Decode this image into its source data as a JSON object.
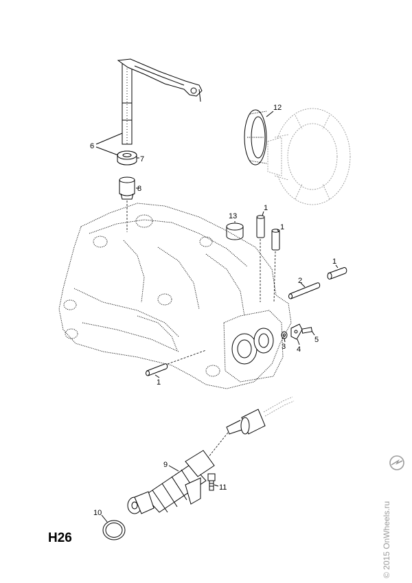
{
  "page": {
    "code": "H26",
    "watermark": "© 2015 OnWheels.ru"
  },
  "callouts": {
    "c1a": "1",
    "c1b": "1",
    "c1c": "1",
    "c1d": "1",
    "c2": "2",
    "c3": "3",
    "c4": "4",
    "c5": "5",
    "c6": "6",
    "c7": "7",
    "c8": "8",
    "c9": "9",
    "c10": "10",
    "c11": "11",
    "c12": "12",
    "c13": "13"
  },
  "icons": {
    "watermark_logo": "brand-logo-icon"
  }
}
